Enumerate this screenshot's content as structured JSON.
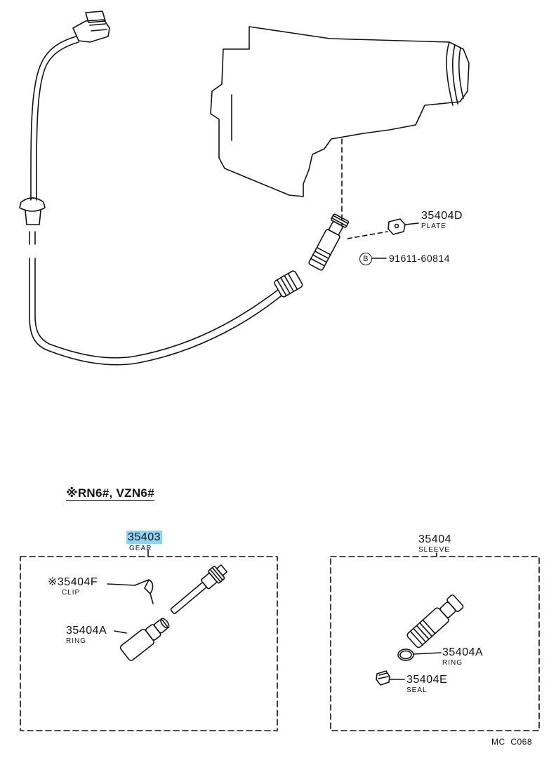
{
  "labels": {
    "plate": {
      "number": "35404D",
      "name": "PLATE"
    },
    "bolt": {
      "marker": "B",
      "number": "91611-60814"
    },
    "applicability": "※RN6#, VZN6#",
    "gear": {
      "number": "35403",
      "name": "GEAR"
    },
    "clip": {
      "number": "※35404F",
      "name": "CLIP"
    },
    "ring_gear_box": {
      "number": "35404A",
      "name": "RING"
    },
    "sleeve": {
      "number": "35404",
      "name": "SLEEVE"
    },
    "ring_sleeve_box": {
      "number": "35404A",
      "name": "RING"
    },
    "seal": {
      "number": "35404E",
      "name": "SEAL"
    },
    "figure_ref": "MC  C068"
  },
  "colors": {
    "ink": "#111111",
    "highlight": "#8fd3ee",
    "background": "#ffffff"
  }
}
